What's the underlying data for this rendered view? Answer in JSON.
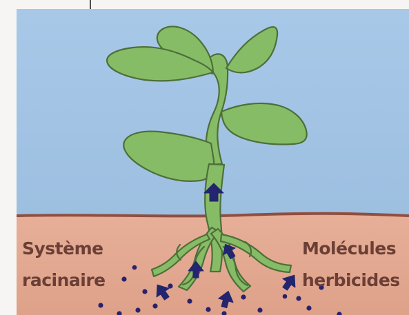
{
  "labels": {
    "root_system_line1": "Système",
    "root_system_line2": "racinaire",
    "herbicide_line1": "Molécules",
    "herbicide_line2": "herbicides"
  },
  "colors": {
    "sky": "#a9c8e8",
    "soil": "#e2aa93",
    "ground_line": "#8f4e3f",
    "plant_fill": "#87bc66",
    "plant_stroke": "#4d6f39",
    "arrow": "#23256e",
    "dots": "#2a216d",
    "text": "#6b3f36"
  },
  "icons": {
    "upward_arrow": "arrow-up-icon",
    "molecule": "dot-icon",
    "plant": "plant-icon"
  }
}
